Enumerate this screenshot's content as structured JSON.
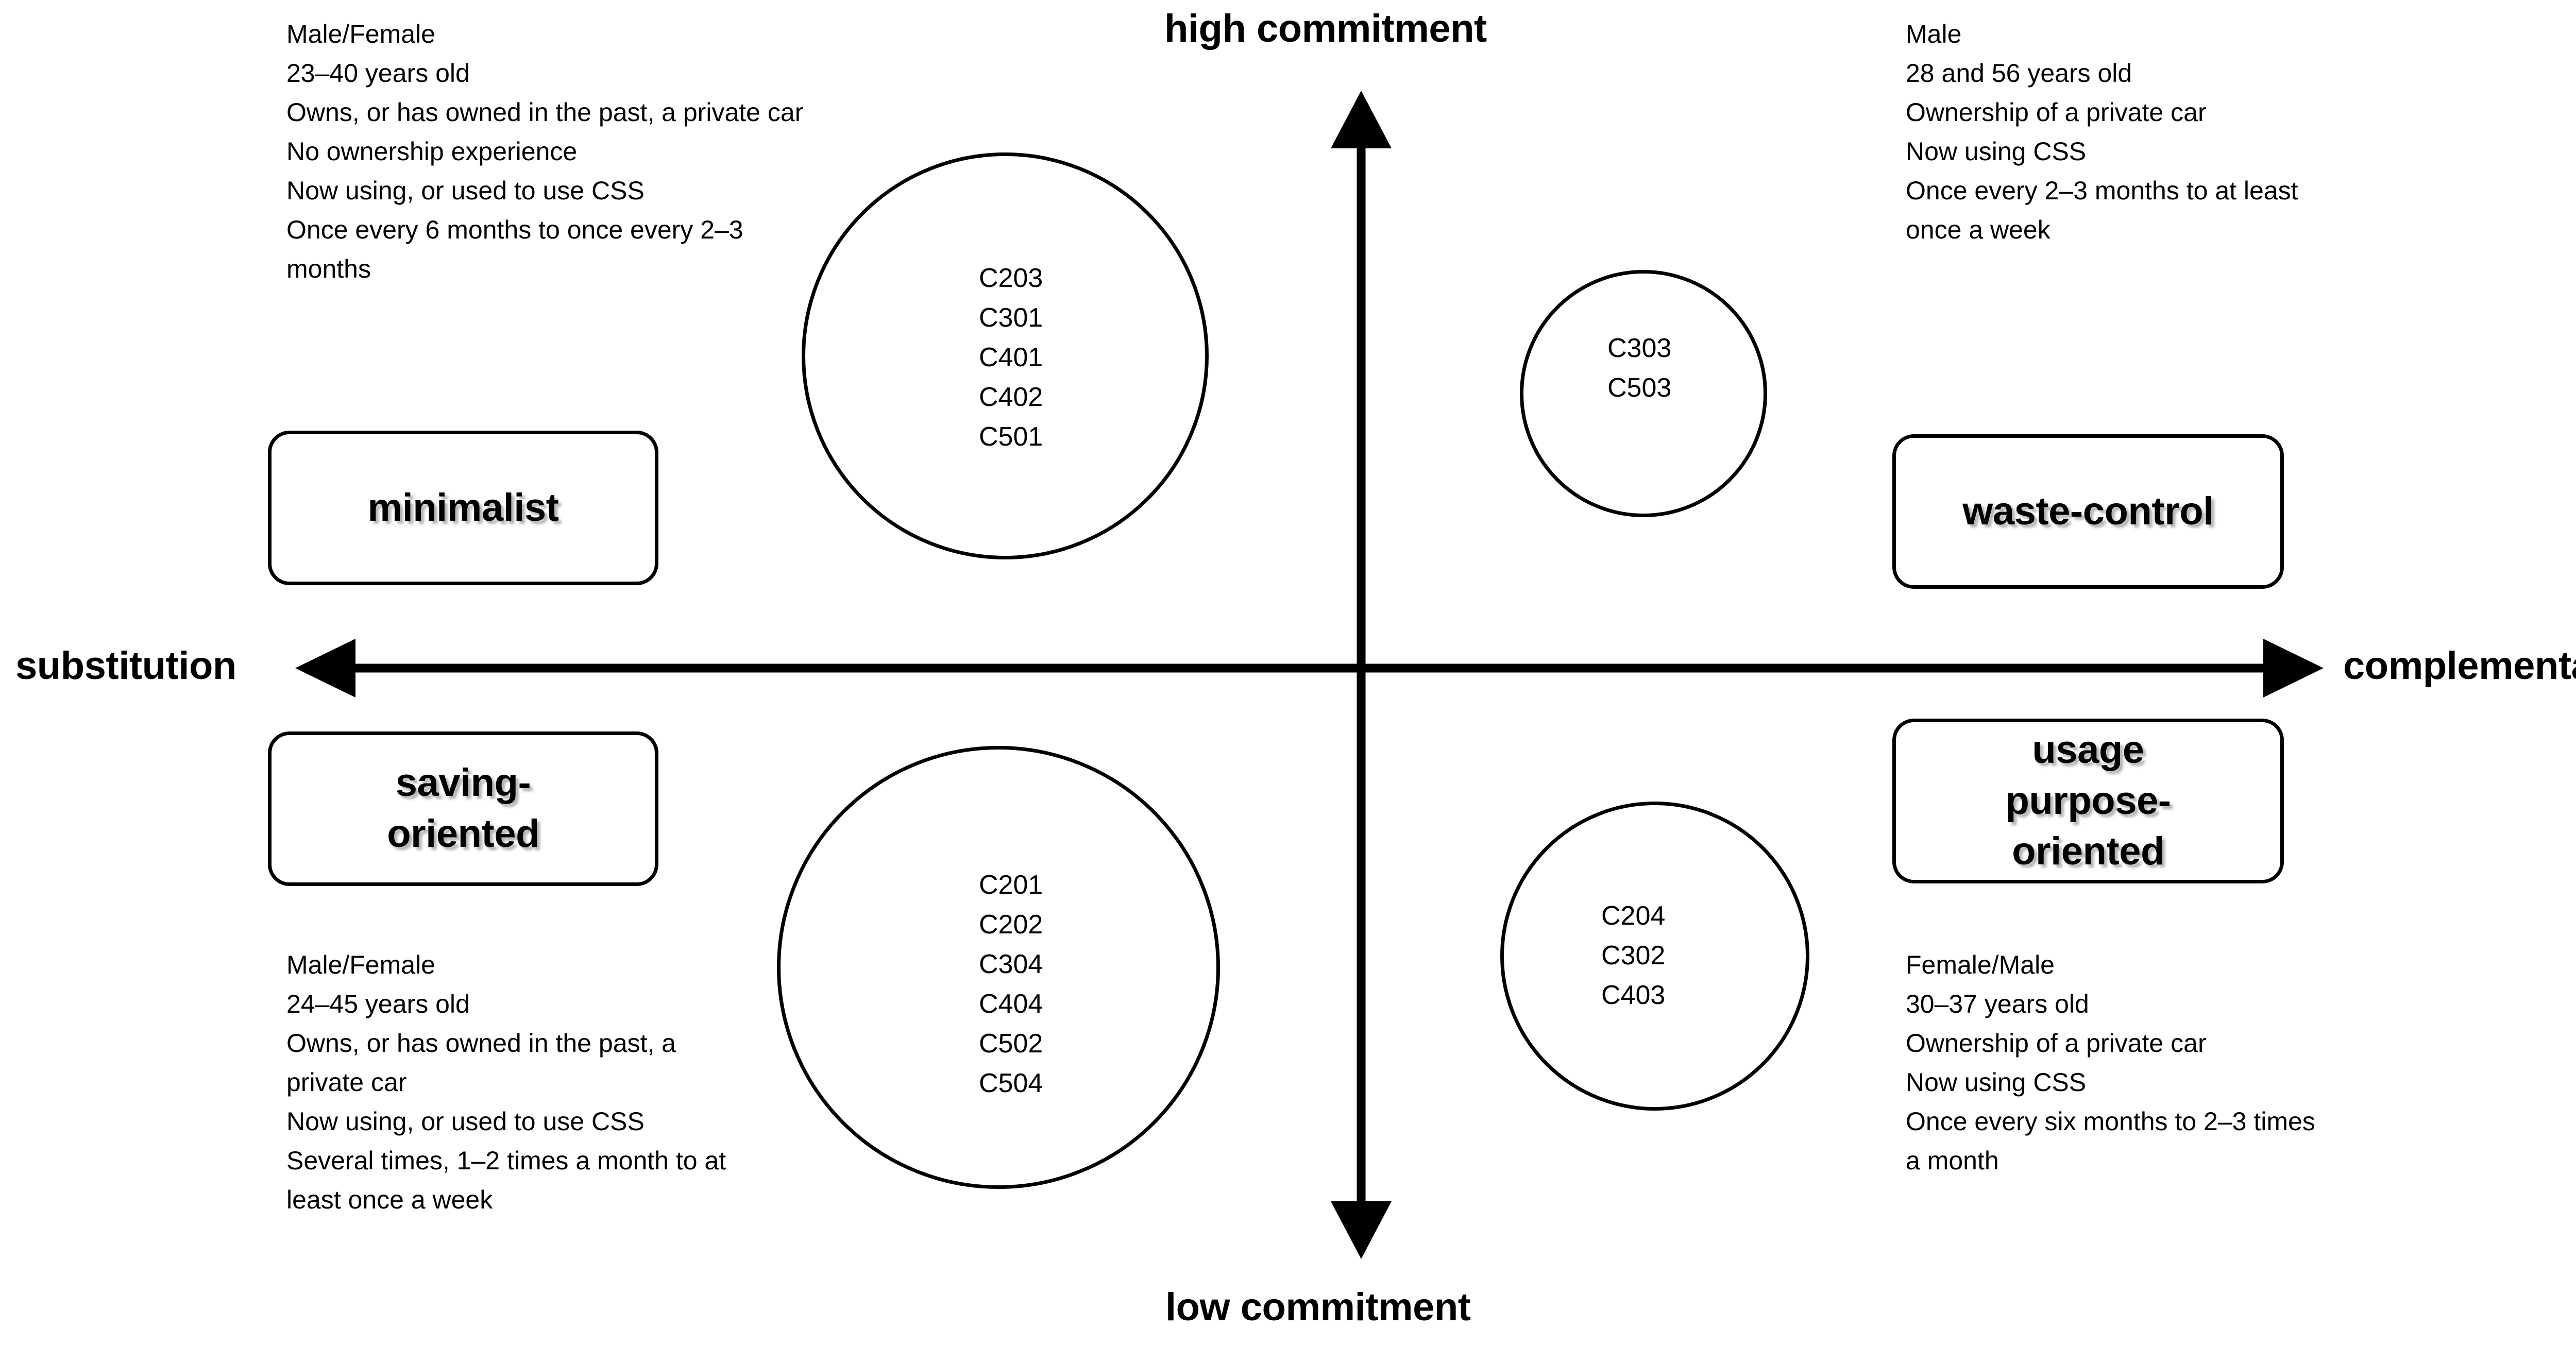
{
  "axes": {
    "vertical_top_label": "high commitment",
    "vertical_bottom_label": "low commitment",
    "horizontal_left_label": "substitution",
    "horizontal_right_label": "complementary"
  },
  "quadrant_descriptions": {
    "top_left": "Male/Female\n23–40 years old\nOwns, or has owned in the past, a private car\nNo ownership experience\nNow using, or used to use CSS\nOnce every 6 months to once every 2–3 months",
    "top_right": "Male\n28 and 56 years old\nOwnership of a private car\nNow using CSS\nOnce every 2–3 months to at least once a week",
    "bottom_left": "Male/Female\n24–45 years old\nOwns, or has owned in the past, a private car\nNow using, or used to use CSS\nSeveral times, 1–2 times a month to at least once a week",
    "bottom_right": "Female/Male\n30–37 years old\nOwnership of a private car\nNow using CSS\nOnce every six months to 2–3 times a month"
  },
  "cluster_boxes": {
    "minimalist": "minimalist",
    "waste_control": "waste-control",
    "saving_oriented": "saving-\noriented",
    "usage_purpose_oriented": "usage\npurpose-\noriented"
  },
  "case_circles": {
    "top_left": "C203\nC301\nC401\nC402\nC501",
    "top_right": "C303\nC503",
    "bottom_left": "C201\nC202\nC304\nC404\nC502\nC504",
    "bottom_right": "C204\nC302\nC403"
  },
  "chart_data": {
    "type": "scatter",
    "title": "",
    "xlabel": "substitution ← → complementary",
    "ylabel": "low commitment ↓ ↑ high commitment",
    "x_axis": {
      "left": "substitution",
      "right": "complementary"
    },
    "y_axis": {
      "top": "high commitment",
      "bottom": "low commitment"
    },
    "grid": false,
    "legend": "none",
    "groups": [
      {
        "name": "minimalist",
        "quadrant": "top-left",
        "cases": [
          "C203",
          "C301",
          "C401",
          "C402",
          "C501"
        ],
        "count": 5,
        "profile": {
          "gender": "Male/Female",
          "age": "23–40 years old",
          "car_ownership": "Owns, or has owned in the past, a private car",
          "ownership_experience": "No ownership experience",
          "css_usage": "Now using, or used to use CSS",
          "frequency": "Once every 6 months to once every 2–3 months"
        }
      },
      {
        "name": "waste-control",
        "quadrant": "top-right",
        "cases": [
          "C303",
          "C503"
        ],
        "count": 2,
        "profile": {
          "gender": "Male",
          "age": "28 and 56 years old",
          "car_ownership": "Ownership of a private car",
          "css_usage": "Now using CSS",
          "frequency": "Once every 2–3 months to at least once a week"
        }
      },
      {
        "name": "saving-oriented",
        "quadrant": "bottom-left",
        "cases": [
          "C201",
          "C202",
          "C304",
          "C404",
          "C502",
          "C504"
        ],
        "count": 6,
        "profile": {
          "gender": "Male/Female",
          "age": "24–45 years old",
          "car_ownership": "Owns, or has owned in the past, a private car",
          "css_usage": "Now using, or used to use CSS",
          "frequency": "Several times, 1–2 times a month to at least once a week"
        }
      },
      {
        "name": "usage purpose-oriented",
        "quadrant": "bottom-right",
        "cases": [
          "C204",
          "C302",
          "C403"
        ],
        "count": 3,
        "profile": {
          "gender": "Female/Male",
          "age": "30–37 years old",
          "car_ownership": "Ownership of a private car",
          "css_usage": "Now using CSS",
          "frequency": "Once every six months to 2–3 times a month"
        }
      }
    ]
  }
}
